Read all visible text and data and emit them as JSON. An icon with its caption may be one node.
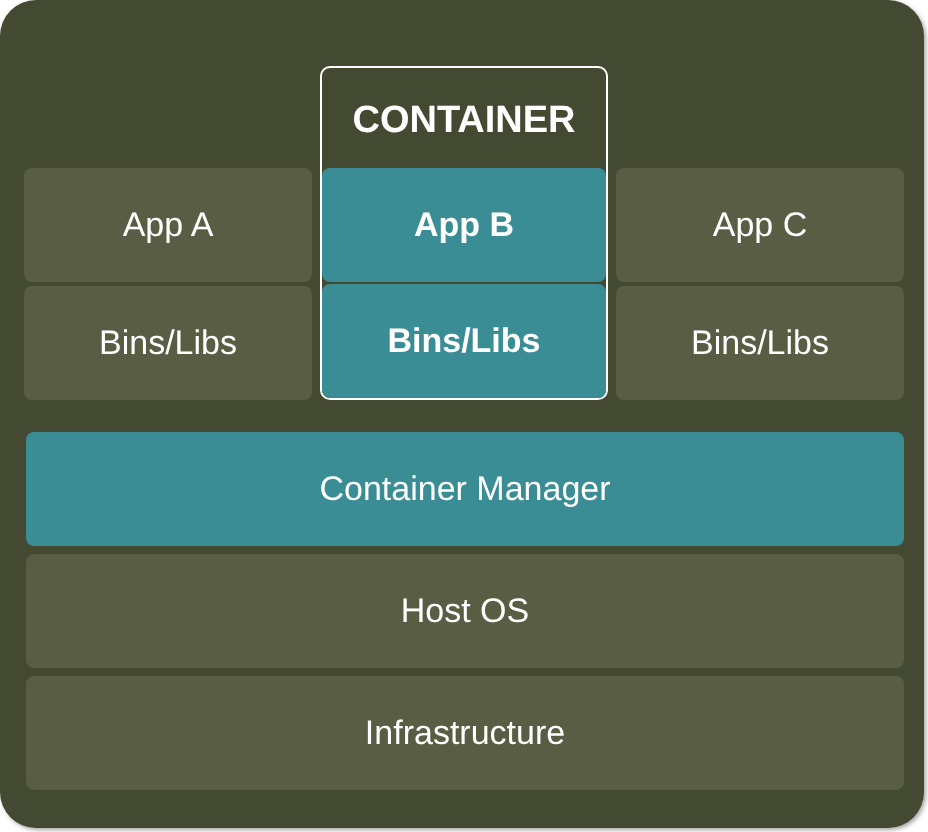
{
  "diagram": {
    "nodes": [
      {
        "text": [
          "CONTAINER"
        ]
      },
      {
        "text": [
          "App A"
        ]
      },
      {
        "text": [
          "App B"
        ],
        "in": 0
      },
      {
        "text": [
          "App C"
        ]
      },
      {
        "text": [
          "Bins/Libs"
        ]
      },
      {
        "text": [
          "Bins/Libs"
        ],
        "in": 0
      },
      {
        "text": [
          "Bins/Libs"
        ]
      },
      {
        "text": [
          "Container Manager"
        ]
      },
      {
        "text": [
          "Host OS"
        ]
      },
      {
        "text": [
          "Infrastructure"
        ]
      }
    ]
  }
}
